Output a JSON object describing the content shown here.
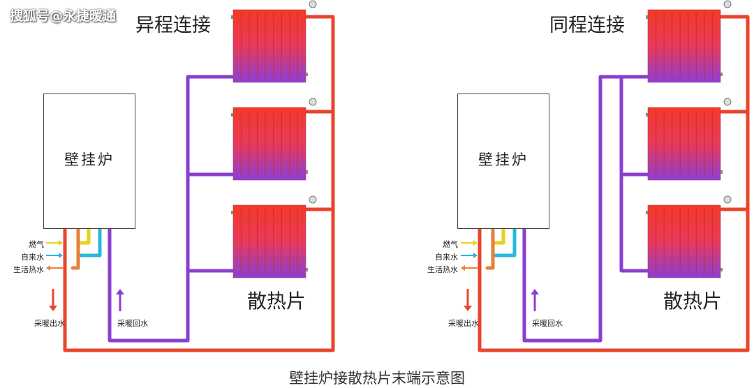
{
  "watermark": "搜狐号@永捷暖通",
  "caption": "壁挂炉接散热片末端示意图",
  "colors": {
    "supply": "#e8452c",
    "return": "#8a3fd0",
    "gas": "#e6d21a",
    "cold_water": "#28b8d8",
    "hot_water": "#e8803a"
  },
  "panels": [
    {
      "title": "异程连接",
      "boiler_label": "壁挂炉",
      "radiator_label": "散热片",
      "inlets": [
        "燃气",
        "自来水",
        "生活热水"
      ],
      "supply_label": "采暖出水",
      "return_label": "采暖回水"
    },
    {
      "title": "同程连接",
      "boiler_label": "壁挂炉",
      "radiator_label": "散热片",
      "inlets": [
        "燃气",
        "自来水",
        "生活热水"
      ],
      "supply_label": "采暖出水",
      "return_label": "采暖回水"
    }
  ]
}
